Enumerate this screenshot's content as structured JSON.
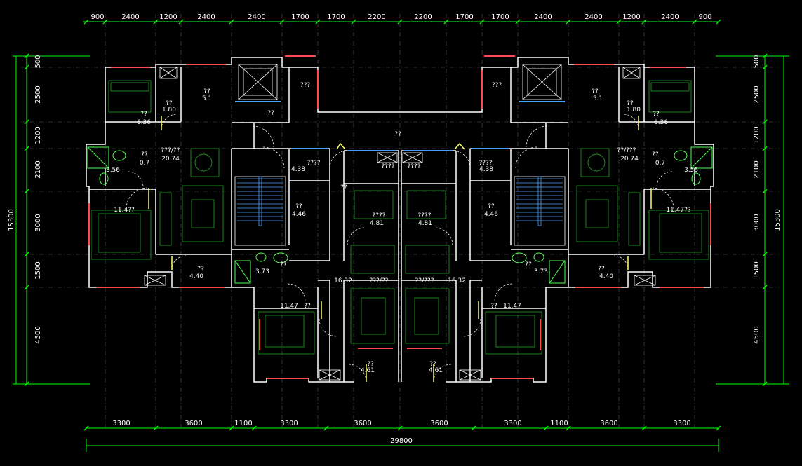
{
  "colors": {
    "background": "#000000",
    "wall": "#ffffff",
    "dimension": "#00ff00",
    "furniture": "#1a8f1a",
    "furniture_bright": "#55ff55",
    "window_red": "#ff4a4a",
    "window_blue": "#4aa0ff",
    "door_yellow": "#ffff66",
    "text": "#ffffff"
  },
  "dimensions": {
    "top": [
      "900",
      "2400",
      "1200",
      "2400",
      "2400",
      "1700",
      "1700",
      "2200",
      "2200",
      "1700",
      "1700",
      "2400",
      "2400",
      "1200",
      "2400",
      "900"
    ],
    "bottom": [
      "3300",
      "3600",
      "1100",
      "3300",
      "3600",
      "3600",
      "3300",
      "1100",
      "3600",
      "3300"
    ],
    "total": "29800",
    "left": [
      "500",
      "2500",
      "1200",
      "2100",
      "3000",
      "1500",
      "4500"
    ],
    "left_total": "15300",
    "right": [
      "500",
      "2500",
      "1200",
      "2100",
      "3000",
      "1500",
      "4500"
    ],
    "right_total": "15300"
  },
  "room_labels": [
    "???",
    "???",
    "??",
    "??",
    "1.80",
    "??",
    "5.1",
    "??",
    "??",
    "6.36",
    "???/??",
    "20.74",
    "??",
    "0.7",
    "3.56",
    "????",
    "4.38",
    "????",
    "????",
    "??",
    "??",
    "4.46",
    "11.4??",
    "????",
    "4.81",
    "??",
    "3.73",
    "??",
    "4.40",
    "???/??",
    "16.32",
    "??",
    "11.47",
    "??",
    "4.61",
    "??",
    "5.1",
    "??",
    "1.80",
    "??",
    "6.36",
    "??/???",
    "20.74",
    "??",
    "0.7",
    "3.56",
    "????",
    "4.38",
    "??",
    "4.46",
    "11.47??",
    "????",
    "4.81",
    "??",
    "3.73",
    "??",
    "4.40",
    "??/???",
    "16.32",
    "??",
    "11.47",
    "??",
    "4.61"
  ]
}
